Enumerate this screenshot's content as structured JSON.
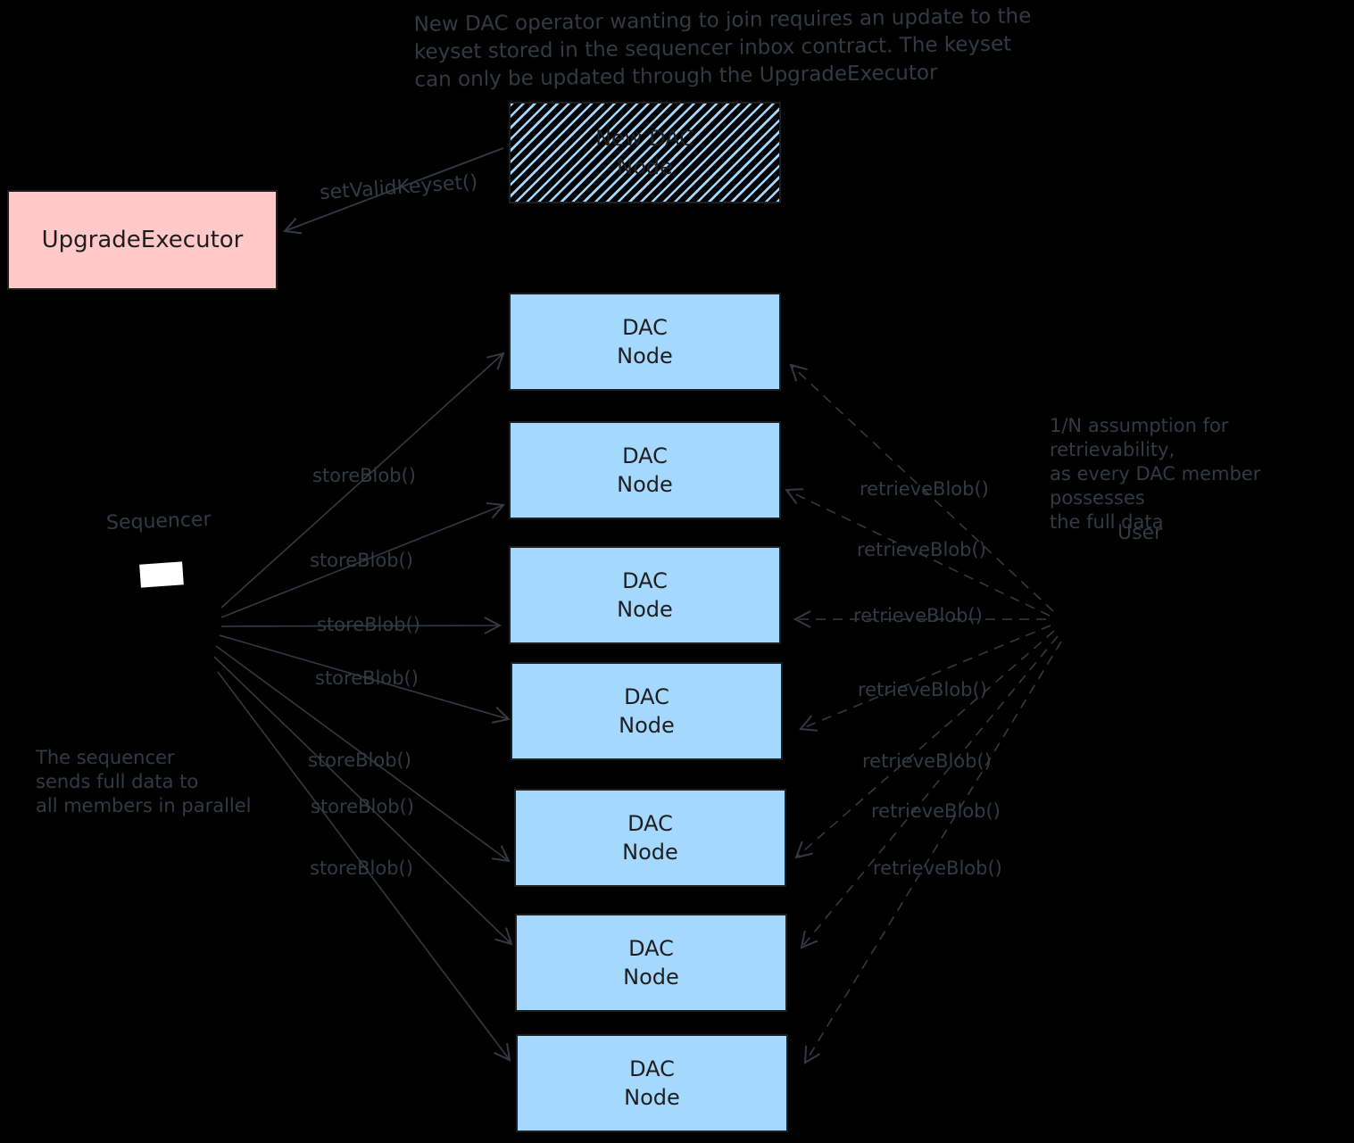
{
  "colors": {
    "background": "#000000",
    "dac_node_fill": "#a5d8ff",
    "upgrade_executor_fill": "#ffc9c9",
    "box_border": "#1e1e1e",
    "box_text": "#1e1e1e",
    "annotation_text": "#343a40",
    "arrow_stroke": "#343a40",
    "sequencer_icon_fill": "#ffffff"
  },
  "notes": {
    "keyset_note_lines": [
      "New DAC operator wanting to join requires an update to the",
      "keyset stored in the sequencer inbox contract. The keyset",
      "can only be updated through the UpgradeExecutor"
    ],
    "sequencer_note_lines": [
      "The sequencer",
      "sends full data to",
      "all members in parallel"
    ],
    "retrievability_note_lines": [
      "1/N assumption for retrievability,",
      "as every DAC member possesses",
      "the full data"
    ]
  },
  "nodes": {
    "upgrade_executor_label": "UpgradeExecutor",
    "new_dac_node": {
      "line1": "New DAC",
      "line2": "Node"
    },
    "sequencer_label": "Sequencer",
    "user_label": "User",
    "dac_nodes": [
      {
        "line1": "DAC",
        "line2": "Node"
      },
      {
        "line1": "DAC",
        "line2": "Node"
      },
      {
        "line1": "DAC",
        "line2": "Node"
      },
      {
        "line1": "DAC",
        "line2": "Node"
      },
      {
        "line1": "DAC",
        "line2": "Node"
      },
      {
        "line1": "DAC",
        "line2": "Node"
      },
      {
        "line1": "DAC",
        "line2": "Node"
      }
    ]
  },
  "edges": {
    "set_valid_keyset_label": "setValidKeyset()",
    "store_blob_labels": [
      "storeBlob()",
      "storeBlob()",
      "storeBlob()",
      "storeBlob()",
      "storeBlob()",
      "storeBlob()",
      "storeBlob()"
    ],
    "retrieve_blob_labels": [
      "retrieveBlob()",
      "retrieveBlob()",
      "retrieveBlob()",
      "retrieveBlob()",
      "retrieveBlob()",
      "retrieveBlob()",
      "retrieveBlob()"
    ]
  }
}
